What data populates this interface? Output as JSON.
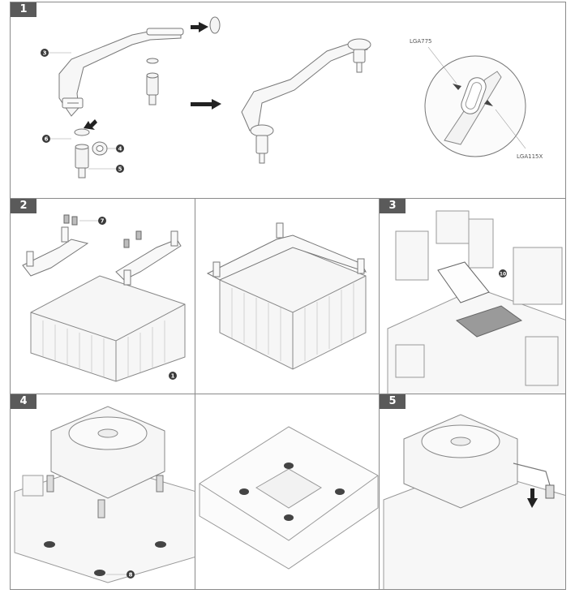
{
  "steps": {
    "s1": "1",
    "s2": "2",
    "s3": "3",
    "s4": "4",
    "s5": "5"
  },
  "callouts": {
    "c3": "3",
    "c4": "4",
    "c5": "5",
    "c6": "6",
    "c7": "7",
    "c1": "1",
    "c10": "10",
    "c8": "8"
  },
  "socket_labels": {
    "top": "LGA775",
    "bottom": "LGA115X"
  },
  "colors": {
    "step_badge": "#5a5a5a",
    "callout": "#3a3a3a",
    "line": "#777777",
    "light_fill": "#f4f4f4",
    "thermal_pad": "#9a9a9a"
  }
}
